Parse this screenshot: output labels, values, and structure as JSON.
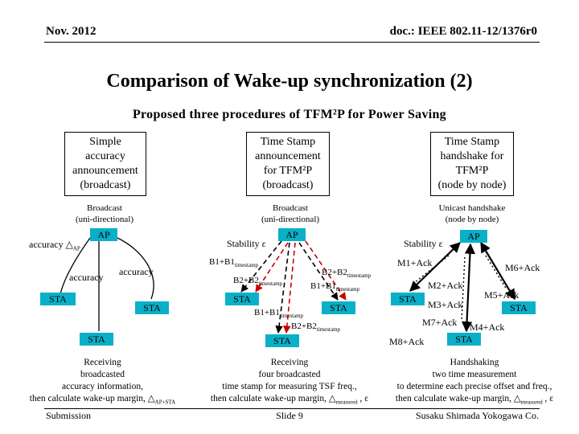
{
  "header": {
    "date": "Nov. 2012",
    "doc": "doc.: IEEE 802.11-12/1376r0"
  },
  "title": "Comparison of Wake-up synchronization (2)",
  "subtitle": "Proposed three procedures of TFM²P for Power Saving",
  "columns": [
    {
      "box": [
        "Simple",
        "accuracy",
        "announcement",
        "(broadcast)"
      ],
      "mode": [
        "Broadcast",
        "(uni-directional)"
      ],
      "nodes": {
        "ap": "AP",
        "sta_left": "STA",
        "sta_right": "STA",
        "sta_bottom": "STA"
      },
      "labels": {
        "accuracy_delta_main": "accuracy △",
        "accuracy_delta_sub": "AP",
        "accuracy_left": "accuracy",
        "accuracy_right": "accuracy"
      },
      "bottom": [
        "Receiving",
        "broadcasted",
        "accuracy information,"
      ],
      "bottom_last_main": "then calculate wake-up margin, △",
      "bottom_last_sub": "AP+STA",
      "bottom_last_end": ""
    },
    {
      "box": [
        "Time Stamp",
        "announcement",
        "for TFM²P",
        "(broadcast)"
      ],
      "mode": [
        "Broadcast",
        "(uni-directional)"
      ],
      "nodes": {
        "ap": "AP",
        "sta_left": "STA",
        "sta_right": "STA",
        "sta_bottom": "STA"
      },
      "labels": {
        "stability": "Stability ε",
        "b1_b1": "B1+B1",
        "b1_b1_sub": "timestamp",
        "b2_b2_top": "B2+B2",
        "b2_b2_top_sub": "timestamp",
        "b2_b2_mid": "B2+B2",
        "b2_b2_mid_sub": "timestamp",
        "b1_b1_mid": "B1+B1",
        "b1_b1_mid_sub": "timestamp",
        "b1_b1_low": "B1+B1",
        "b1_b1_low_sub": "timestamp",
        "b2_b2_low": "B2+B2",
        "b2_b2_low_sub": "timestamp"
      },
      "bottom": [
        "Receiving",
        "four broadcasted",
        "time stamp for measuring TSF freq.,"
      ],
      "bottom_last_main": "then calculate wake-up margin, △",
      "bottom_last_sub": "measured",
      "bottom_last_end": " , ε"
    },
    {
      "box": [
        "Time Stamp",
        "handshake for",
        "TFM²P",
        "(node by node)"
      ],
      "mode": [
        "Unicast handshake",
        "(node by node)"
      ],
      "nodes": {
        "ap": "AP",
        "sta_left": "STA",
        "sta_right": "STA",
        "sta_bottom": "STA"
      },
      "labels": {
        "stability": "Stability ε",
        "m1": "M1+Ack",
        "m2": "M2+Ack",
        "m3": "M3+Ack",
        "m4": "M4+Ack",
        "m5": "M5+Ack",
        "m6": "M6+Ack",
        "m7": "M7+Ack",
        "m8": "M8+Ack"
      },
      "bottom": [
        "Handshaking",
        "two time measurement",
        "to determine each precise offset and freq.,"
      ],
      "bottom_last_main": "then calculate wake-up margin, △",
      "bottom_last_sub": "measured",
      "bottom_last_end": " , ε"
    }
  ],
  "footer": {
    "left": "Submission",
    "center": "Slide 9",
    "right": "Susaku Shimada Yokogawa Co."
  },
  "colors": {
    "node_fill": "#0ab0c8",
    "arrow_red": "#cc0000",
    "line": "#000000"
  }
}
